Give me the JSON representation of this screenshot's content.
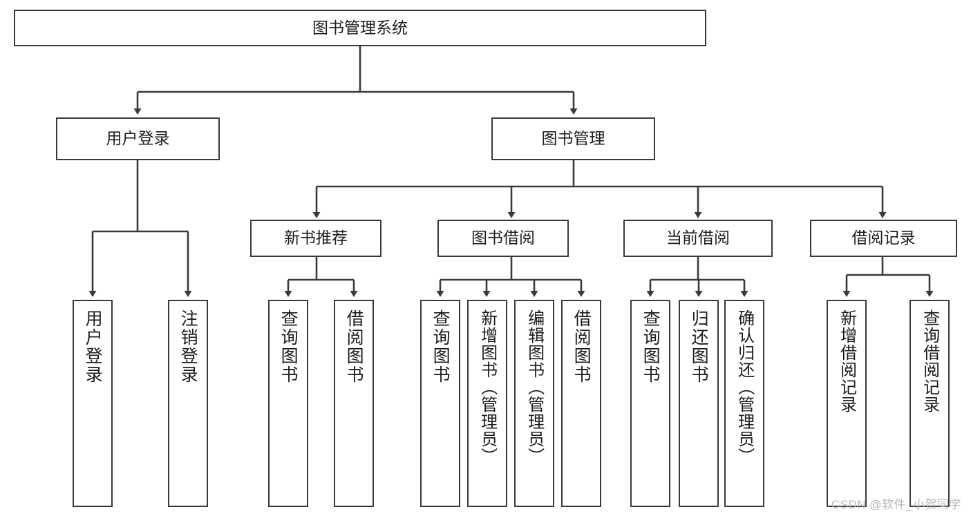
{
  "diagram": {
    "title": "图书管理系统",
    "type": "tree",
    "stroke_color": "#3a3a3a",
    "text_color": "#1d1d1d",
    "background_color": "#ffffff",
    "root": {
      "label": "图书管理系统"
    },
    "level2": [
      {
        "label": "用户登录"
      },
      {
        "label": "图书管理"
      }
    ],
    "level3": [
      {
        "label": "新书推荐"
      },
      {
        "label": "图书借阅"
      },
      {
        "label": "当前借阅"
      },
      {
        "label": "借阅记录"
      }
    ],
    "leaves": {
      "user_login": [
        {
          "label": "用户登录"
        },
        {
          "label": "注销登录"
        }
      ],
      "new_book_recommend": [
        {
          "label": "查询图书"
        },
        {
          "label": "借阅图书"
        }
      ],
      "book_borrow": [
        {
          "label": "查询图书"
        },
        {
          "label": "新增图书（管理员）"
        },
        {
          "label": "编辑图书（管理员）"
        },
        {
          "label": "借阅图书"
        }
      ],
      "current_borrow": [
        {
          "label": "查询图书"
        },
        {
          "label": "归还图书"
        },
        {
          "label": "确认归还（管理员）"
        }
      ],
      "borrow_record": [
        {
          "label": "新增借阅记录"
        },
        {
          "label": "查询借阅记录"
        }
      ]
    }
  },
  "watermark": {
    "text": "CSDN @软件_小贺同学"
  }
}
